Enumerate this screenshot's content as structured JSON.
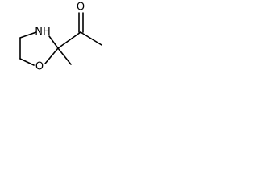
{
  "molecule": {
    "atoms": {
      "nitrogen": "NH",
      "oxygen_ring": "O",
      "oxygen_carbonyl": "O"
    }
  }
}
